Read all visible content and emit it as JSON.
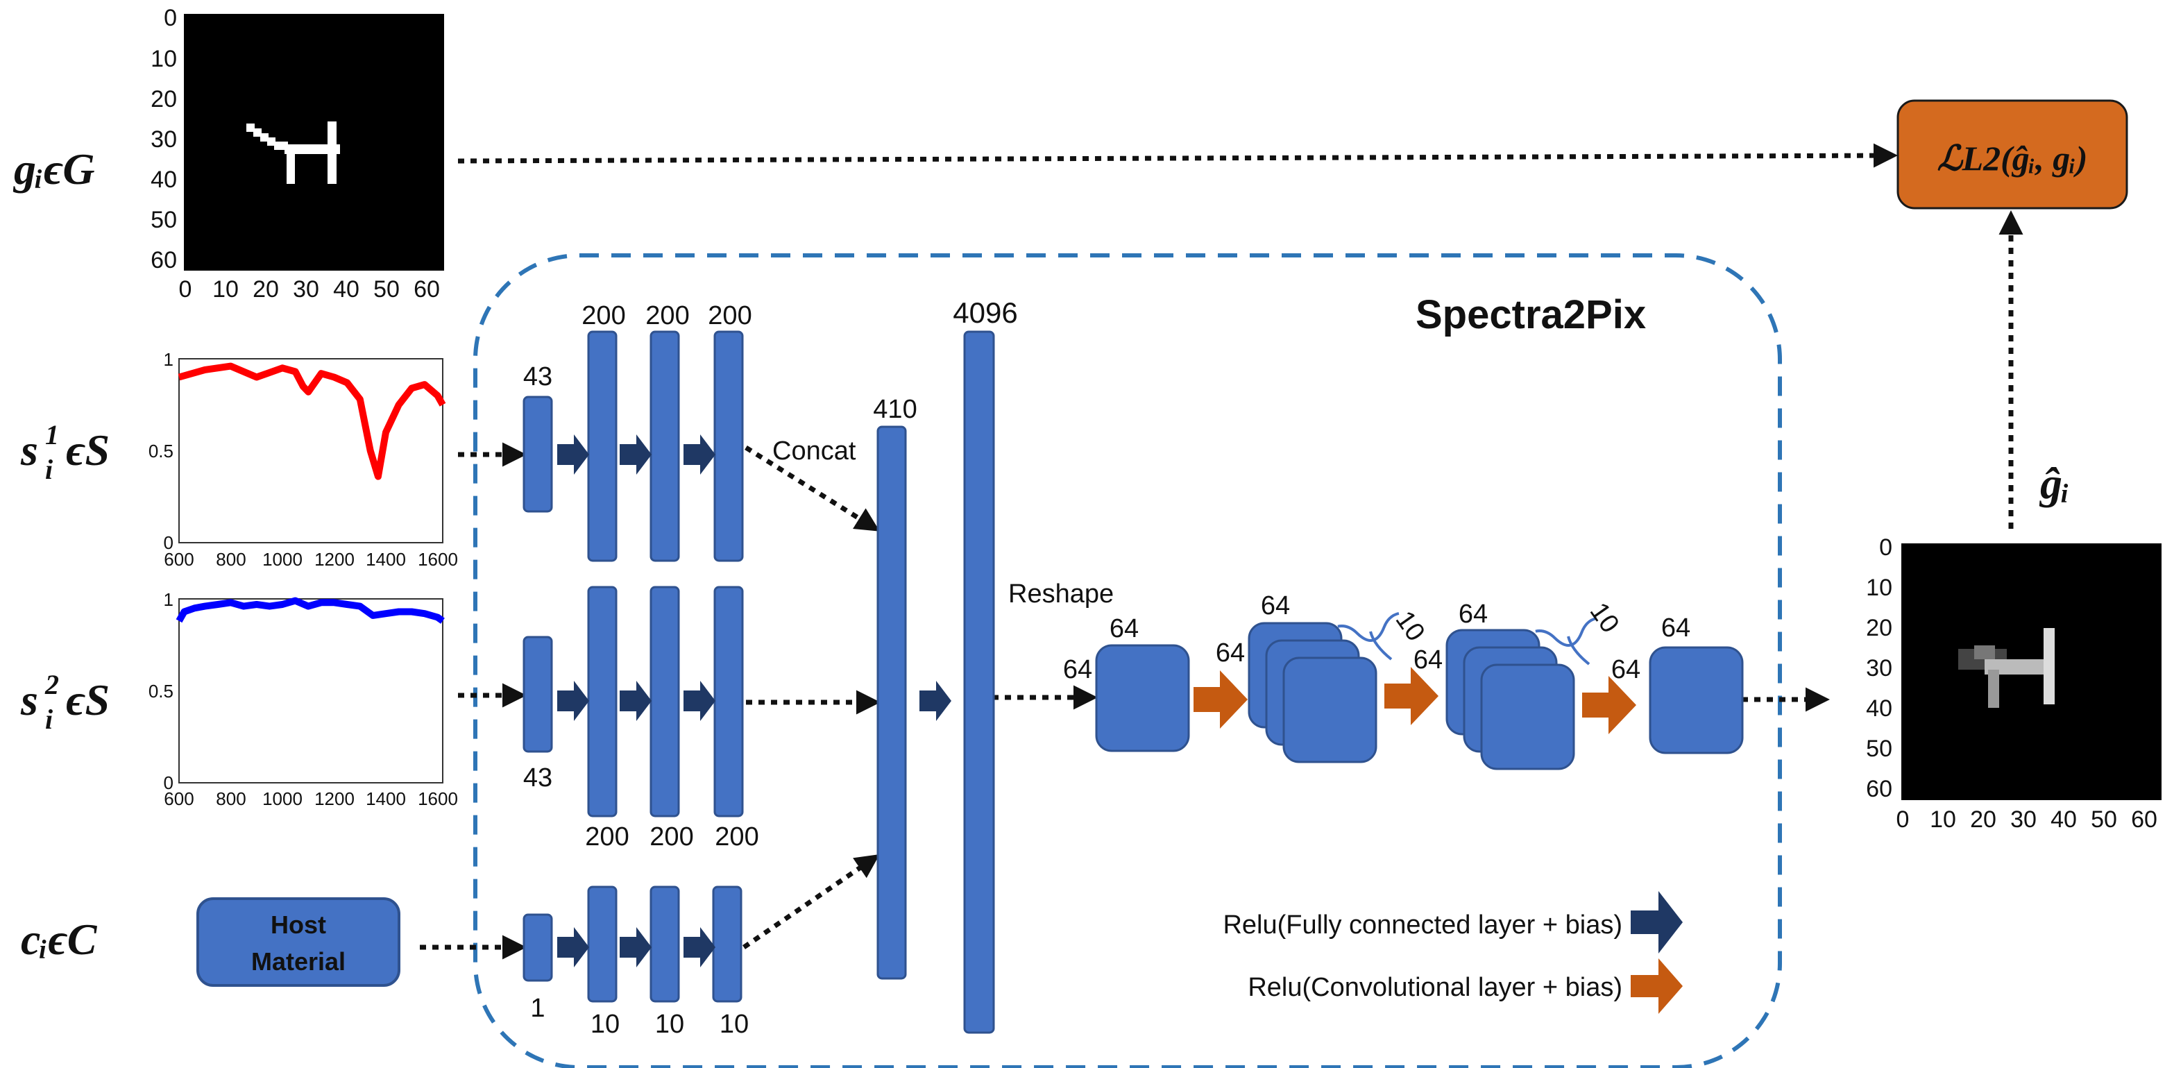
{
  "title": "Spectra2Pix",
  "inputs": {
    "g": "gᵢϵG",
    "s1_base": "s",
    "s1_sup": "1",
    "s1_sub": "i",
    "s1_rest": "ϵS",
    "s2_base": "s",
    "s2_sup": "2",
    "s2_sub": "i",
    "s2_rest": "ϵS",
    "c": "cᵢϵC",
    "g_hat": "ĝᵢ",
    "loss": "ℒL2(ĝᵢ, gᵢ)"
  },
  "host_material": {
    "line1": "Host",
    "line2": "Material"
  },
  "image_axis_ticks": [
    "0",
    "10",
    "20",
    "30",
    "40",
    "50",
    "60"
  ],
  "spectrum_axis": {
    "x_ticks": [
      "600",
      "800",
      "1000",
      "1200",
      "1400",
      "1600"
    ],
    "y_ticks": [
      "0",
      "0.5",
      "1"
    ]
  },
  "layer_labels": {
    "s1_input": "43",
    "s1_fc": [
      "200",
      "200",
      "200"
    ],
    "s2_input": "43",
    "s2_fc": [
      "200",
      "200",
      "200"
    ],
    "c_input": "1",
    "c_fc": [
      "10",
      "10",
      "10"
    ],
    "concat_size": "410",
    "dense_size": "4096",
    "concat": "Concat",
    "reshape": "Reshape"
  },
  "conv_labels": {
    "block1_top": "64",
    "block1_side": "64",
    "block2_top": "64",
    "block2_side": "64",
    "block2_channels": "10",
    "block3_top": "64",
    "block3_side": "64",
    "block3_channels": "10",
    "block4_top": "64"
  },
  "legend": {
    "fc": "Relu(Fully connected layer + bias)",
    "conv": "Relu(Convolutional layer + bias)"
  },
  "colors": {
    "layer_blue": "#4472C4",
    "layer_edge": "#2F528F",
    "fc_arrow": "#1F3864",
    "conv_arrow": "#C55A11",
    "loss_box": "#D46A1F",
    "dashed_border": "#2E75B6",
    "spectrum1": "#FF0000",
    "spectrum2": "#0000FF"
  },
  "chart_data": [
    {
      "type": "line",
      "title": "",
      "xlabel": "",
      "ylabel": "",
      "xlim": [
        600,
        1620
      ],
      "ylim": [
        0,
        1
      ],
      "x": [
        600,
        700,
        800,
        900,
        1000,
        1050,
        1080,
        1100,
        1150,
        1200,
        1250,
        1300,
        1340,
        1370,
        1400,
        1450,
        1500,
        1550,
        1600,
        1620
      ],
      "series": [
        {
          "values": [
            0.9,
            0.94,
            0.96,
            0.9,
            0.95,
            0.93,
            0.85,
            0.82,
            0.92,
            0.9,
            0.87,
            0.78,
            0.5,
            0.36,
            0.6,
            0.75,
            0.84,
            0.86,
            0.8,
            0.75
          ]
        }
      ],
      "color": "#FF0000"
    },
    {
      "type": "line",
      "title": "",
      "xlabel": "",
      "ylabel": "",
      "xlim": [
        600,
        1620
      ],
      "ylim": [
        0,
        1
      ],
      "x": [
        600,
        620,
        660,
        700,
        750,
        800,
        850,
        900,
        950,
        1000,
        1050,
        1100,
        1150,
        1200,
        1250,
        1300,
        1350,
        1400,
        1450,
        1500,
        1550,
        1600,
        1620
      ],
      "series": [
        {
          "values": [
            0.88,
            0.93,
            0.95,
            0.96,
            0.97,
            0.98,
            0.96,
            0.97,
            0.96,
            0.97,
            0.99,
            0.96,
            0.98,
            0.98,
            0.97,
            0.96,
            0.91,
            0.92,
            0.93,
            0.93,
            0.92,
            0.9,
            0.88
          ]
        }
      ],
      "color": "#0000FF"
    }
  ]
}
